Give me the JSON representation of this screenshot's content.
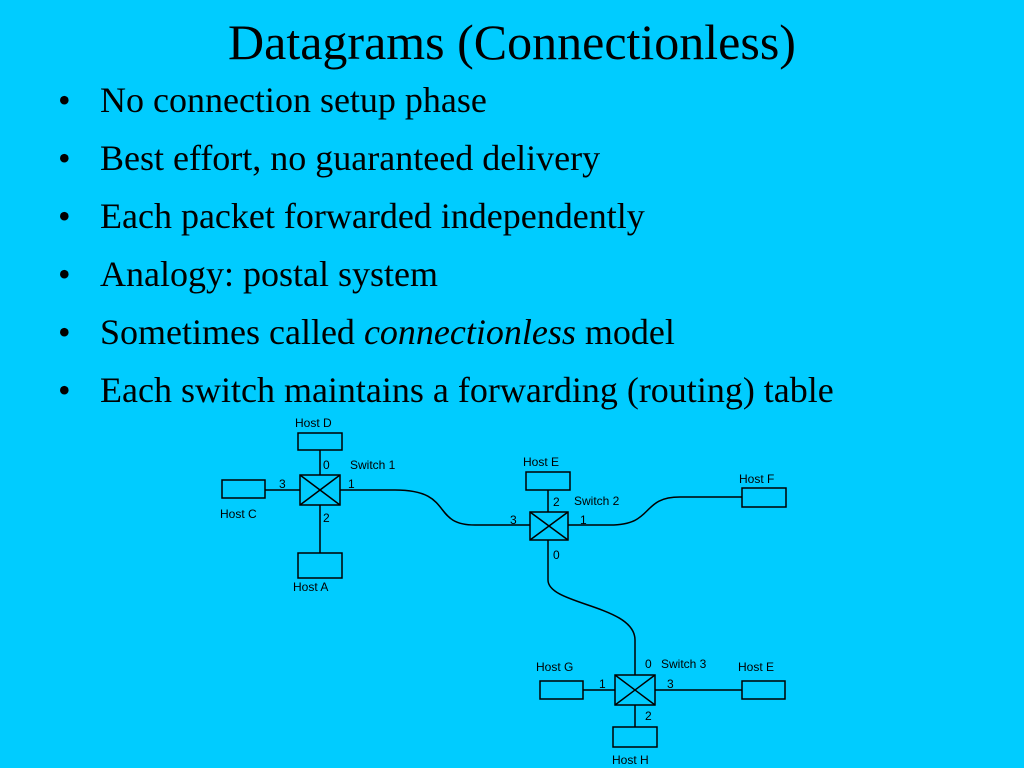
{
  "slide": {
    "title": "Datagrams (Connectionless)",
    "bullet_char": "•",
    "bullets": [
      {
        "text": "No connection setup phase"
      },
      {
        "text": "Best effort, no guaranteed delivery"
      },
      {
        "text": "Each packet forwarded independently"
      },
      {
        "text": "Analogy: postal system"
      },
      {
        "pre": "Sometimes called ",
        "em": "connectionless",
        "post": " model"
      },
      {
        "text": "Each switch maintains a forwarding (routing) table"
      }
    ]
  },
  "diagram": {
    "hosts": {
      "d": "Host D",
      "c": "Host C",
      "a": "Host A",
      "e_top": "Host E",
      "f": "Host F",
      "g": "Host G",
      "e_right": "Host E",
      "h": "Host H"
    },
    "switches": {
      "s1": "Switch 1",
      "s2": "Switch 2",
      "s3": "Switch 3"
    },
    "ports": {
      "s1_top": "0",
      "s1_left": "3",
      "s1_right": "1",
      "s1_bottom": "2",
      "s2_top": "2",
      "s2_left": "3",
      "s2_right": "1",
      "s2_bottom": "0",
      "s3_top": "0",
      "s3_left": "1",
      "s3_right": "3",
      "s3_bottom": "2"
    }
  },
  "colors": {
    "background": "#00ccff",
    "text": "#000000"
  }
}
